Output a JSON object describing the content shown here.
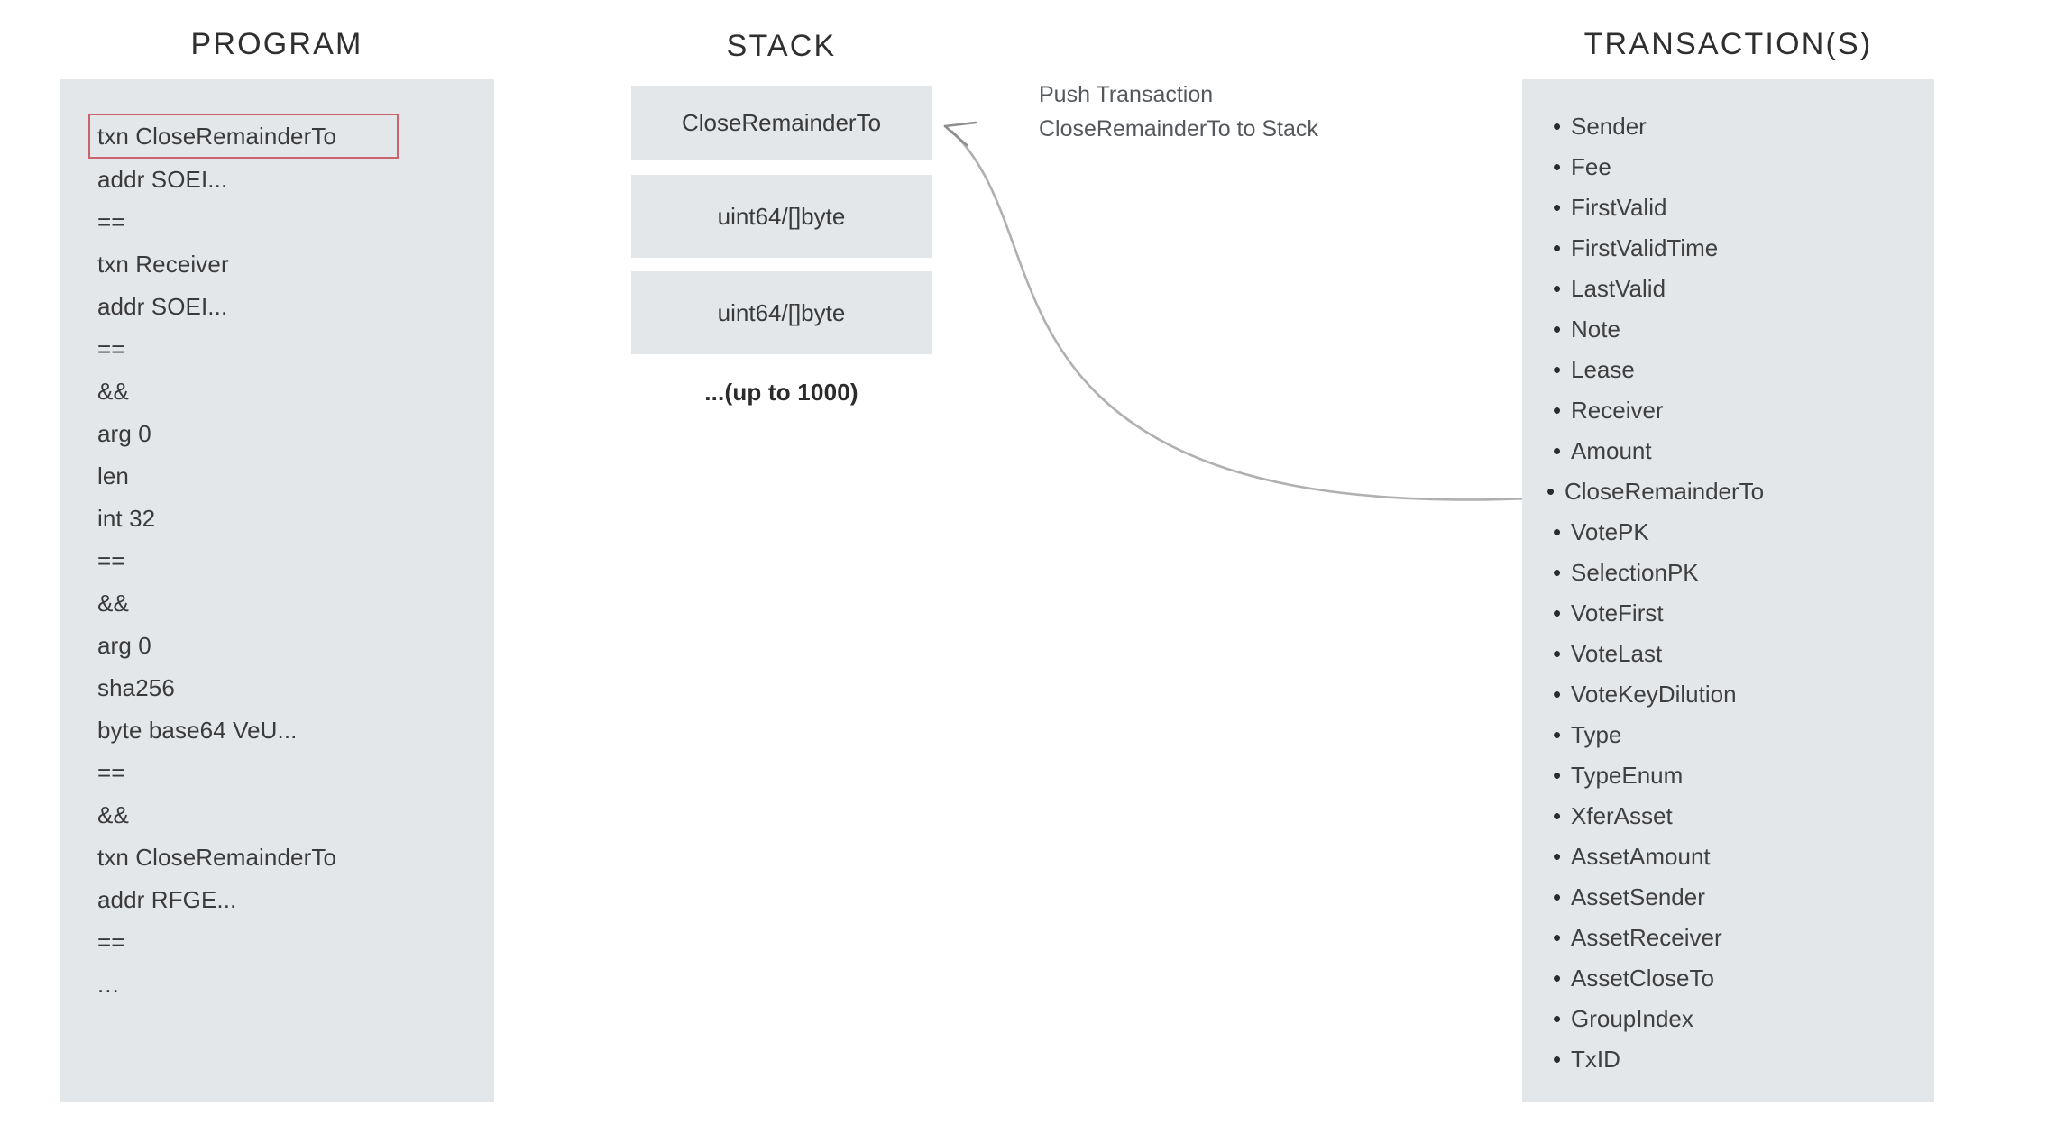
{
  "columns": {
    "program": {
      "heading": "PROGRAM",
      "lines": [
        {
          "text": "txn CloseRemainderTo",
          "highlighted": true
        },
        {
          "text": "addr SOEI...",
          "highlighted": false
        },
        {
          "text": "==",
          "highlighted": false
        },
        {
          "text": "txn Receiver",
          "highlighted": false
        },
        {
          "text": "addr SOEI...",
          "highlighted": false
        },
        {
          "text": "==",
          "highlighted": false
        },
        {
          "text": "&&",
          "highlighted": false
        },
        {
          "text": "arg 0",
          "highlighted": false
        },
        {
          "text": "len",
          "highlighted": false
        },
        {
          "text": "int 32",
          "highlighted": false
        },
        {
          "text": "==",
          "highlighted": false
        },
        {
          "text": "&&",
          "highlighted": false
        },
        {
          "text": "arg 0",
          "highlighted": false
        },
        {
          "text": "sha256",
          "highlighted": false
        },
        {
          "text": "byte base64 VeU...",
          "highlighted": false
        },
        {
          "text": "==",
          "highlighted": false
        },
        {
          "text": "&&",
          "highlighted": false
        },
        {
          "text": "txn CloseRemainderTo",
          "highlighted": false
        },
        {
          "text": "addr RFGE...",
          "highlighted": false
        },
        {
          "text": "==",
          "highlighted": false
        },
        {
          "text": "...",
          "highlighted": false
        }
      ]
    },
    "stack": {
      "heading": "STACK",
      "boxes": [
        {
          "label": "CloseRemainderTo"
        },
        {
          "label": "uint64/[]byte"
        },
        {
          "label": "uint64/[]byte"
        }
      ],
      "more_label": "...(up to 1000)"
    },
    "transactions": {
      "heading": "TRANSACTION(S)",
      "bullet_glyph": "•",
      "fields": [
        {
          "label": "Sender",
          "highlighted": false
        },
        {
          "label": "Fee",
          "highlighted": false
        },
        {
          "label": "FirstValid",
          "highlighted": false
        },
        {
          "label": "FirstValidTime",
          "highlighted": false
        },
        {
          "label": "LastValid",
          "highlighted": false
        },
        {
          "label": "Note",
          "highlighted": false
        },
        {
          "label": "Lease",
          "highlighted": false
        },
        {
          "label": "Receiver",
          "highlighted": false
        },
        {
          "label": "Amount",
          "highlighted": false
        },
        {
          "label": "CloseRemainderTo",
          "highlighted": true
        },
        {
          "label": "VotePK",
          "highlighted": false
        },
        {
          "label": "SelectionPK",
          "highlighted": false
        },
        {
          "label": "VoteFirst",
          "highlighted": false
        },
        {
          "label": "VoteLast",
          "highlighted": false
        },
        {
          "label": "VoteKeyDilution",
          "highlighted": false
        },
        {
          "label": "Type",
          "highlighted": false
        },
        {
          "label": "TypeEnum",
          "highlighted": false
        },
        {
          "label": "XferAsset",
          "highlighted": false
        },
        {
          "label": "AssetAmount",
          "highlighted": false
        },
        {
          "label": "AssetSender",
          "highlighted": false
        },
        {
          "label": "AssetReceiver",
          "highlighted": false
        },
        {
          "label": "AssetCloseTo",
          "highlighted": false
        },
        {
          "label": "GroupIndex",
          "highlighted": false
        },
        {
          "label": "TxID",
          "highlighted": false
        }
      ]
    }
  },
  "annotation": {
    "line1": "Push Transaction",
    "line2": "CloseRemainderTo to Stack"
  },
  "colors": {
    "panel_background": "#e4e7ea",
    "highlight_border": "#c9646e",
    "text_primary": "#3a3a3a",
    "heading": "#2f2f2f",
    "annotation_text": "#54585c",
    "arrow_stroke": "#b0b0b0",
    "page_background": "#ffffff"
  }
}
